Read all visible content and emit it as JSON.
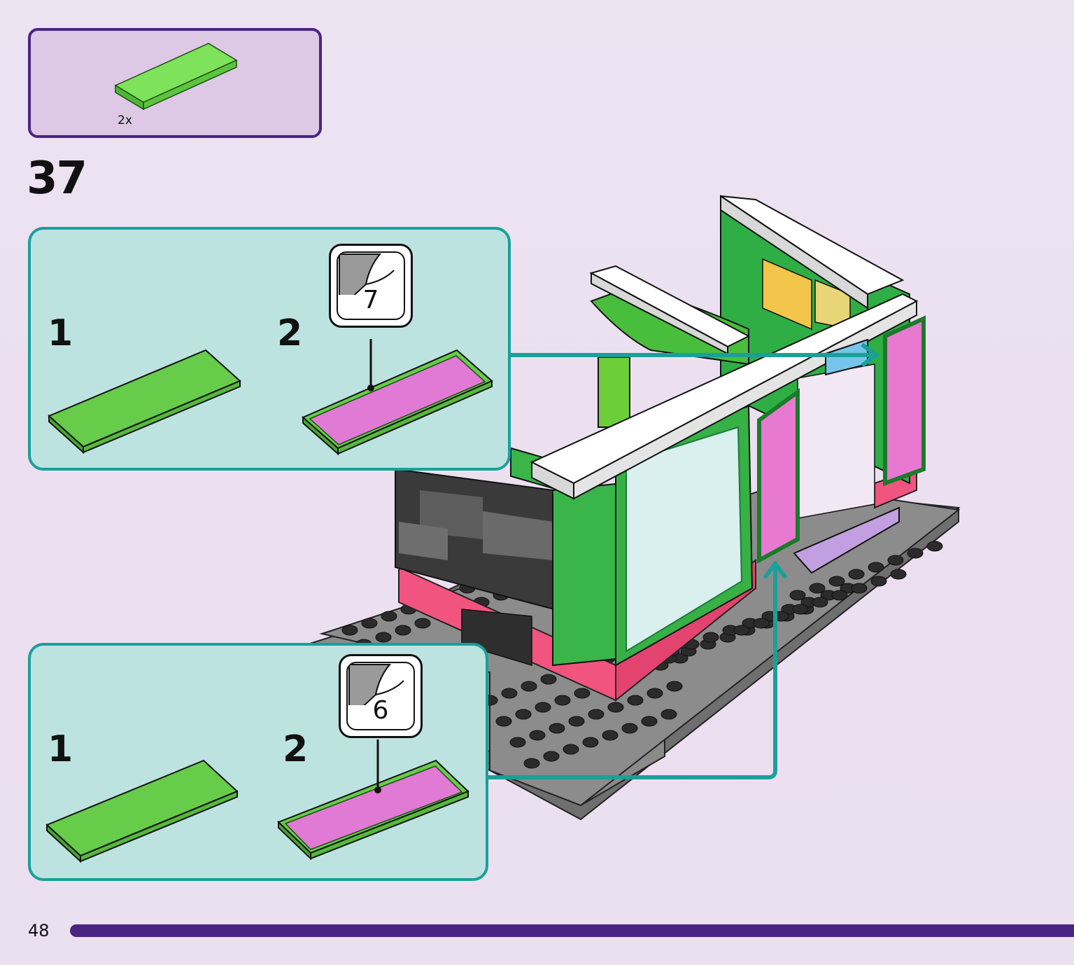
{
  "parts_callout": {
    "quantity": "2x"
  },
  "step": {
    "number": "37"
  },
  "substeps": [
    {
      "step1_label": "1",
      "step2_label": "2",
      "sticker_number": "7"
    },
    {
      "step1_label": "1",
      "step2_label": "2",
      "sticker_number": "6"
    }
  ],
  "page": {
    "number": "48"
  },
  "colors": {
    "accent_purple": "#4b2483",
    "callout_teal": "#1aa09a",
    "callout_fill": "#bde3e1",
    "brick_green": "#66cc4a",
    "baseplate_gray": "#7a7a7a",
    "brick_pink": "#f1547e"
  }
}
